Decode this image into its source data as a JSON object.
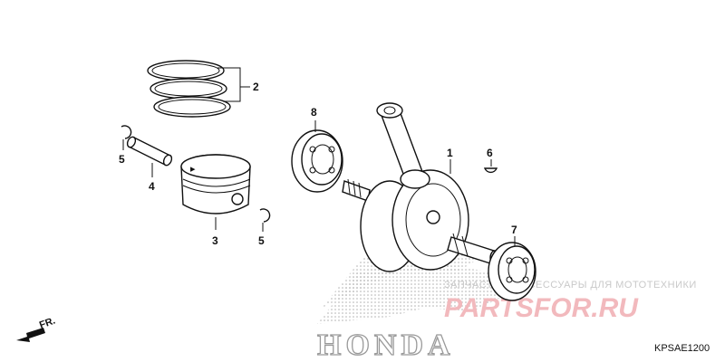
{
  "parts": [
    {
      "id": "1",
      "label": "1"
    },
    {
      "id": "2",
      "label": "2"
    },
    {
      "id": "3",
      "label": "3"
    },
    {
      "id": "4",
      "label": "4"
    },
    {
      "id": "5a",
      "label": "5"
    },
    {
      "id": "5b",
      "label": "5"
    },
    {
      "id": "6",
      "label": "6"
    },
    {
      "id": "7",
      "label": "7"
    },
    {
      "id": "8",
      "label": "8"
    }
  ],
  "watermark": {
    "tagline": "ЗАПЧАСТИ И АКСЕССУАРЫ ДЛЯ МОТОТЕХНИКИ",
    "site": "PARTSFOR.RU",
    "brand": "HONDA"
  },
  "direction_label": "FR.",
  "diagram_code": "KPSAE1200",
  "colors": {
    "line": "#111111",
    "watermark": "#f2b9bd",
    "brand_dots": "#9a9a9a"
  }
}
